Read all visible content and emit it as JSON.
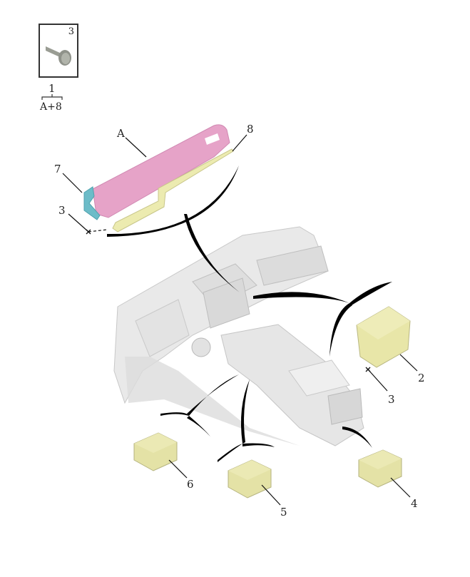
{
  "diagram": {
    "type": "exploded-parts-view",
    "subject": "instrument panel with center console and electronic modules",
    "inset": {
      "qty_label": "3",
      "part_icon": "screw-icon",
      "group_number": "1",
      "group_members": "A+8"
    },
    "callouts": [
      {
        "id": "A",
        "label": "A",
        "part": "pink trim panel",
        "color": "#e6a3c8"
      },
      {
        "id": "8",
        "label": "8",
        "part": "yellow trim bracket",
        "color": "#ecebb0"
      },
      {
        "id": "7",
        "label": "7",
        "part": "teal end cap",
        "color": "#6cbcc8"
      },
      {
        "id": "3a",
        "label": "3",
        "part": "screw (trim)"
      },
      {
        "id": "2",
        "label": "2",
        "part": "control module",
        "color": "#e8e6a8"
      },
      {
        "id": "3b",
        "label": "3",
        "part": "screw (module)"
      },
      {
        "id": "6",
        "label": "6",
        "part": "switch/connector module",
        "color": "#e4e2a6"
      },
      {
        "id": "5",
        "label": "5",
        "part": "switch/connector module",
        "color": "#e4e2a6"
      },
      {
        "id": "4",
        "label": "4",
        "part": "switch/connector module",
        "color": "#e4e2a6"
      }
    ],
    "colors": {
      "dash": "#e9e9e9",
      "dash_shade": "#cfcfcf",
      "leader": "#111111",
      "sweep": "#000000"
    }
  }
}
